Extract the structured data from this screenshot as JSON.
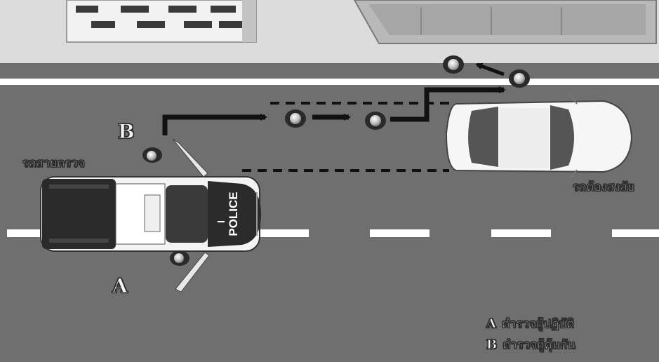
{
  "labels": {
    "patrol_car": "รถสายตรวจ",
    "suspect_car": "รถต้องสงสัย",
    "officer_a": "A",
    "officer_b": "B",
    "police_door": "POLICE"
  },
  "legend": [
    {
      "key": "A",
      "text": "ตำรวจผู้ปฏิบัติ"
    },
    {
      "key": "B",
      "text": "ตำรวจผู้คุ้มกัน"
    }
  ],
  "colors": {
    "road": "#6f6f6f",
    "sidewalk": "#dcdcdc",
    "lane_marking": "#ffffff",
    "arrow": "#111111"
  }
}
